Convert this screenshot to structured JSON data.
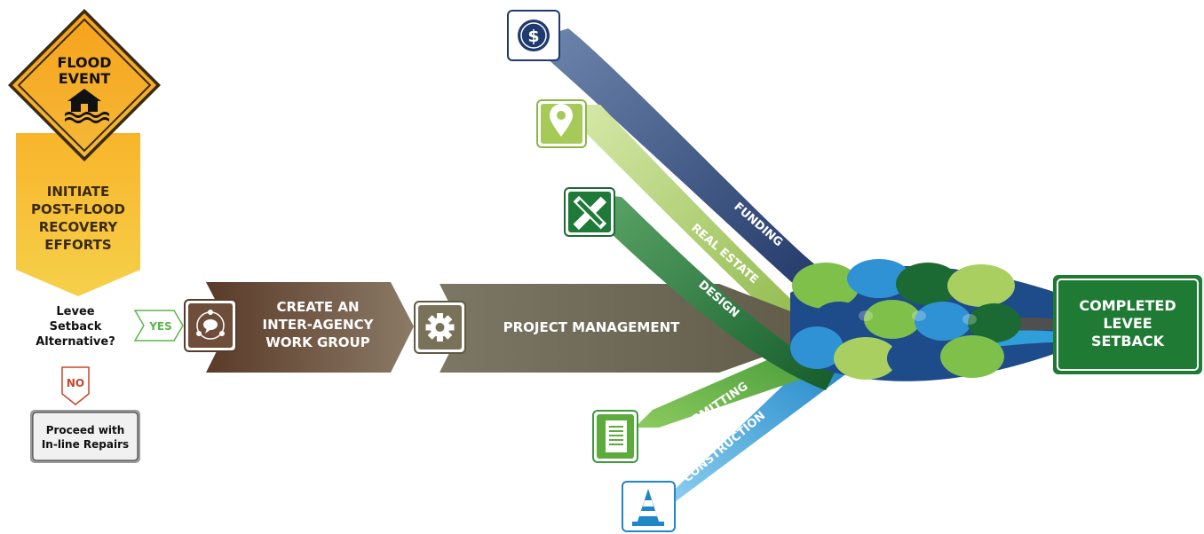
{
  "flood": {
    "line1": "FLOOD",
    "line2": "EVENT",
    "banner_lines": [
      "INITIATE",
      "POST-FLOOD",
      "RECOVERY",
      "EFFORTS"
    ]
  },
  "decision": {
    "question_lines": [
      "Levee",
      "Setback",
      "Alternative?"
    ],
    "yes": "YES",
    "no": "NO",
    "alt_lines": [
      "Proceed with",
      "In-line Repairs"
    ]
  },
  "steps": {
    "workgroup_lines": [
      "CREATE AN",
      "INTER-AGENCY",
      "WORK GROUP"
    ],
    "project_management": "PROJECT MANAGEMENT"
  },
  "streams": {
    "funding": "FUNDING",
    "real_estate": "REAL ESTATE",
    "design": "DESIGN",
    "permitting": "PERMITTING",
    "construction": "CONSTRUCTION"
  },
  "result_lines": [
    "COMPLETED",
    "LEVEE",
    "SETBACK"
  ],
  "icons": {
    "funding": "dollar-icon",
    "real_estate": "location-pin-icon",
    "design": "ruler-pencil-icon",
    "permitting": "document-icon",
    "construction": "traffic-cone-icon",
    "workgroup": "chat-network-icon",
    "project_management": "gear-icon",
    "flood": "flooded-house-icon"
  },
  "colors": {
    "funding": "#3a5a8c",
    "real_estate": "#a9c95a",
    "design": "#2e7d3a",
    "permitting": "#5dab3c",
    "construction": "#3ea0d8",
    "workgroup": "#6e4e3a",
    "project_management": "#7a7258",
    "flood": "#f5a623",
    "result": "#1f7a34",
    "no": "#c8452b",
    "yes": "#5ab54a"
  }
}
